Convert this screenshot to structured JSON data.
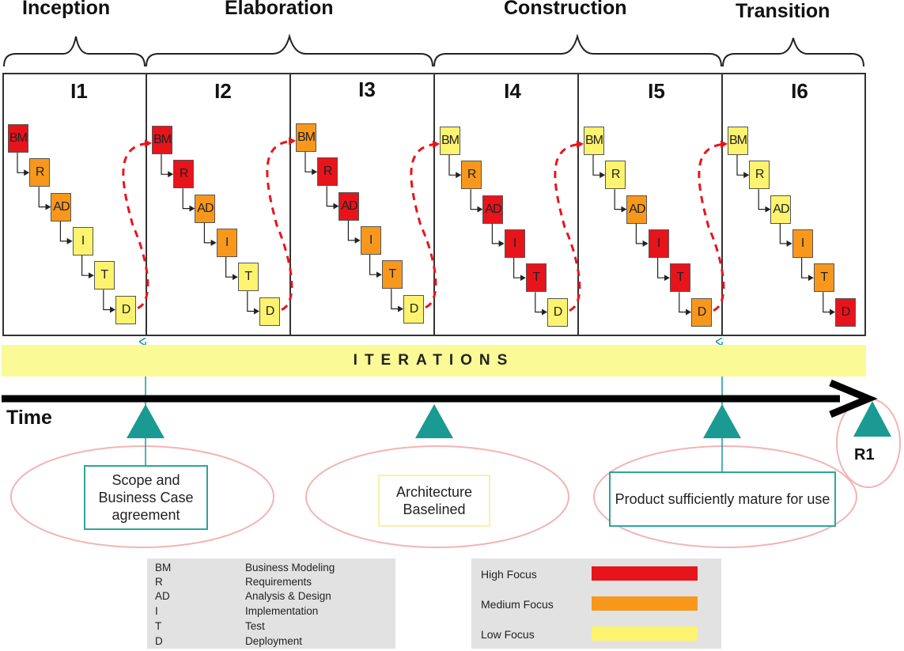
{
  "phases": [
    {
      "label": "Inception"
    },
    {
      "label": "Elaboration"
    },
    {
      "label": "Construction"
    },
    {
      "label": "Transition"
    }
  ],
  "colors": {
    "high": "#e8141b",
    "medium": "#f7981d",
    "low": "#fdf36e",
    "teal": "#1a9a92",
    "arrow_red": "#e8141b",
    "band": "#fafa96"
  },
  "disciplines": [
    "BM",
    "R",
    "AD",
    "I",
    "T",
    "D"
  ],
  "iterations": [
    {
      "label": "I1",
      "focus": [
        "high",
        "medium",
        "medium",
        "low",
        "low",
        "low"
      ]
    },
    {
      "label": "I2",
      "focus": [
        "high",
        "high",
        "medium",
        "medium",
        "low",
        "low"
      ]
    },
    {
      "label": "I3",
      "focus": [
        "medium",
        "high",
        "high",
        "medium",
        "medium",
        "low"
      ]
    },
    {
      "label": "I4",
      "focus": [
        "low",
        "medium",
        "high",
        "high",
        "high",
        "low"
      ]
    },
    {
      "label": "I5",
      "focus": [
        "low",
        "low",
        "medium",
        "high",
        "high",
        "medium"
      ]
    },
    {
      "label": "I6",
      "focus": [
        "low",
        "low",
        "low",
        "medium",
        "medium",
        "high"
      ]
    }
  ],
  "band_label": "ITERATIONS",
  "time_label": "Time",
  "milestones": [
    {
      "text": "Scope and Business Case agreement"
    },
    {
      "text": "Architecture Baselined"
    },
    {
      "text": "Product sufficiently mature for use"
    }
  ],
  "release_label": "R1",
  "legend_disciplines": [
    {
      "abbr": "BM",
      "name": "Business Modeling"
    },
    {
      "abbr": "R",
      "name": "Requirements"
    },
    {
      "abbr": "AD",
      "name": "Analysis & Design"
    },
    {
      "abbr": "I",
      "name": "Implementation"
    },
    {
      "abbr": "T",
      "name": "Test"
    },
    {
      "abbr": "D",
      "name": "Deployment"
    }
  ],
  "legend_focus": [
    {
      "label": "High Focus",
      "level": "high"
    },
    {
      "label": "Medium Focus",
      "level": "medium"
    },
    {
      "label": "Low Focus",
      "level": "low"
    }
  ]
}
